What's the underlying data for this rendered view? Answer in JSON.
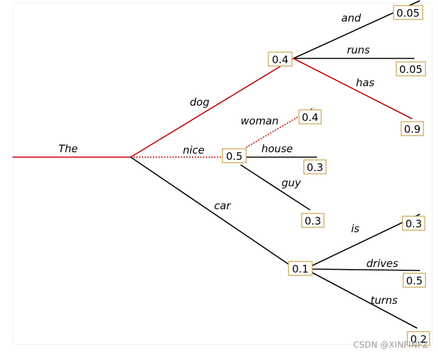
{
  "colors": {
    "greedy": "#c00000",
    "beam": "#c00000",
    "normal": "#000000",
    "box_border": "#c8a24a"
  },
  "tree": {
    "root_word": "The",
    "level1": [
      {
        "word": "dog",
        "prob": "0.4",
        "style": "red"
      },
      {
        "word": "nice",
        "prob": "0.5",
        "style": "dotted"
      },
      {
        "word": "car",
        "prob": "0.1",
        "style": "black"
      }
    ],
    "dog_children": [
      {
        "word": "and",
        "prob": "0.05",
        "style": "black"
      },
      {
        "word": "runs",
        "prob": "0.05",
        "style": "black"
      },
      {
        "word": "has",
        "prob": "0.9",
        "style": "red"
      }
    ],
    "nice_children": [
      {
        "word": "woman",
        "prob": "0.4",
        "style": "dotted"
      },
      {
        "word": "house",
        "prob": "0.3",
        "style": "black"
      },
      {
        "word": "guy",
        "prob": "0.3",
        "style": "black"
      }
    ],
    "car_children": [
      {
        "word": "is",
        "prob": "0.3",
        "style": "black"
      },
      {
        "word": "drives",
        "prob": "0.5",
        "style": "black"
      },
      {
        "word": "turns",
        "prob": "0.2",
        "style": "black"
      }
    ]
  },
  "watermark": "CSDN @XINFINFZ"
}
